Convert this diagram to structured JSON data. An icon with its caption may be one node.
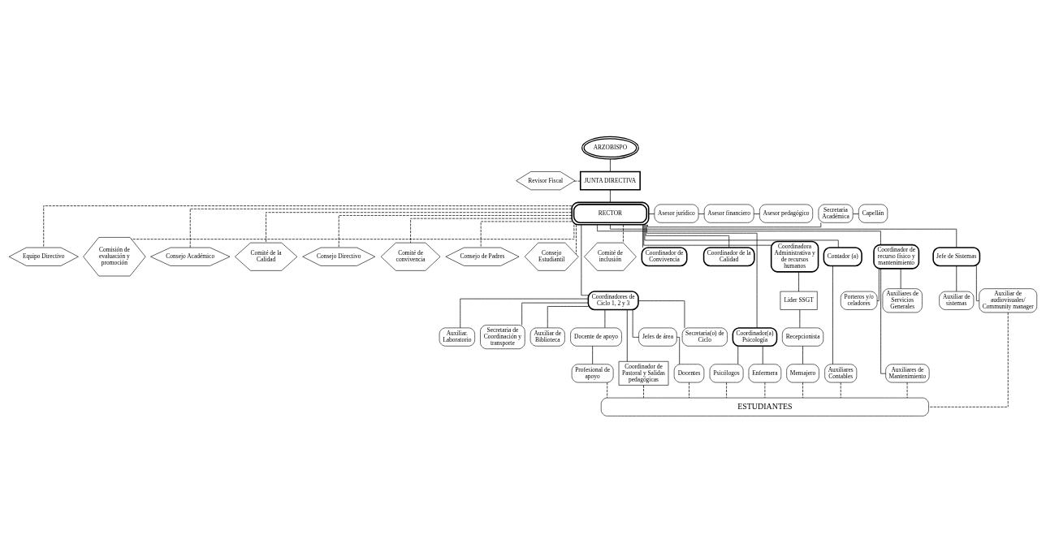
{
  "diagram": {
    "nodes": [
      {
        "text": [
          "ARZOBISPO"
        ]
      },
      {
        "text": [
          "Revisor Fiscal"
        ]
      },
      {
        "text": [
          "JUNTA DIRECTIVA"
        ]
      },
      {
        "text": [
          "Capellán"
        ]
      },
      {
        "text": [
          "Secretaria Académica"
        ]
      },
      {
        "text": [
          "RECTOR"
        ]
      },
      {
        "text": [
          "Asesor jurídico"
        ]
      },
      {
        "text": [
          "Asesor financiero"
        ]
      },
      {
        "text": [
          "Asesor pedagógico"
        ]
      },
      {
        "text": [
          "Equipo Directivo"
        ]
      },
      {
        "text": [
          "Comisión de evaluación y promoción"
        ]
      },
      {
        "text": [
          "Consejo Académico"
        ]
      },
      {
        "text": [
          "Comité de la Calidad"
        ]
      },
      {
        "text": [
          "Consejo Directivo"
        ]
      },
      {
        "text": [
          "Comité de convivencia"
        ]
      },
      {
        "text": [
          "Consejo de Padres"
        ]
      },
      {
        "text": [
          "Consejo Estudiantil"
        ]
      },
      {
        "text": [
          "Comité de inclusión"
        ]
      },
      {
        "text": [
          "Coordinador de Convivencia"
        ]
      },
      {
        "text": [
          "Coordinadores de Ciclo 1, 2 y 3"
        ]
      },
      {
        "text": [
          "Coordinador de la Calidad"
        ]
      },
      {
        "text": [
          "Coordinador(a) Psicología"
        ]
      },
      {
        "text": [
          "Coordinadora Administrativa y de recursos humanos"
        ]
      },
      {
        "text": [
          "Contador (a)"
        ]
      },
      {
        "text": [
          "Coordinador de recurso físico y mantenimiento"
        ]
      },
      {
        "text": [
          "Jefe de Sistemas"
        ]
      },
      {
        "text": [
          "Auxiliar. Laboratorio"
        ]
      },
      {
        "text": [
          "Secretaria de Coordinación y transporte"
        ]
      },
      {
        "text": [
          "Auxiliar de Biblioteca"
        ]
      },
      {
        "text": [
          "Docente de apoyo"
        ]
      },
      {
        "text": [
          "Coordinador de Pastoral y Salidas pedagógicas"
        ]
      },
      {
        "text": [
          "Jefes de área"
        ]
      },
      {
        "text": [
          "Profesional de apoyo"
        ]
      },
      {
        "text": [
          "Secretaria(o) de Ciclo"
        ]
      },
      {
        "text": [
          "Docentes"
        ]
      },
      {
        "text": [
          "Psicólogos"
        ]
      },
      {
        "text": [
          "Enfermera"
        ]
      },
      {
        "text": [
          "Lider SSGT"
        ]
      },
      {
        "text": [
          "Recepcionista"
        ]
      },
      {
        "text": [
          "Mensajero"
        ]
      },
      {
        "text": [
          "Auxiliares Contables"
        ]
      },
      {
        "text": [
          "Porteros y/o celadores"
        ]
      },
      {
        "text": [
          "Auxiliares de Servicios Generales"
        ]
      },
      {
        "text": [
          "Auxiliares de Mantenimiento"
        ]
      },
      {
        "text": [
          "Auxiliar de sistemas"
        ]
      },
      {
        "text": [
          "Auxiliar de audiovisuales/ Community manager"
        ]
      },
      {
        "text": [
          "ESTUDIANTES"
        ]
      }
    ],
    "edges": [
      {
        "from": 0,
        "to": 2,
        "arrow": "none"
      },
      {
        "from": 1,
        "to": 2,
        "arrow": "none",
        "style": "dashed"
      },
      {
        "from": 2,
        "to": 5,
        "arrow": "none"
      },
      {
        "from": 5,
        "to": 4,
        "arrow": "none"
      },
      {
        "from": 4,
        "to": 3,
        "arrow": "none"
      },
      {
        "from": 5,
        "to": 6,
        "arrow": "none"
      },
      {
        "from": 6,
        "to": 7,
        "arrow": "none"
      },
      {
        "from": 7,
        "to": 8,
        "arrow": "none"
      },
      {
        "from": 5,
        "to": 9,
        "arrow": "none",
        "style": "dashed"
      },
      {
        "from": 5,
        "to": 10,
        "arrow": "none",
        "style": "dashed"
      },
      {
        "from": 5,
        "to": 11,
        "arrow": "none",
        "style": "dashed"
      },
      {
        "from": 5,
        "to": 12,
        "arrow": "none",
        "style": "dashed"
      },
      {
        "from": 5,
        "to": 13,
        "arrow": "none",
        "style": "dashed"
      },
      {
        "from": 5,
        "to": 14,
        "arrow": "none",
        "style": "dashed"
      },
      {
        "from": 5,
        "to": 15,
        "arrow": "none",
        "style": "dashed"
      },
      {
        "from": 5,
        "to": 16,
        "arrow": "none",
        "style": "dashed"
      },
      {
        "from": 5,
        "to": 17,
        "arrow": "none",
        "style": "dashed"
      },
      {
        "from": 5,
        "to": 18,
        "arrow": "none"
      },
      {
        "from": 5,
        "to": 19,
        "arrow": "none"
      },
      {
        "from": 5,
        "to": 20,
        "arrow": "none"
      },
      {
        "from": 5,
        "to": 21,
        "arrow": "none"
      },
      {
        "from": 5,
        "to": 22,
        "arrow": "none"
      },
      {
        "from": 5,
        "to": 23,
        "arrow": "none"
      },
      {
        "from": 5,
        "to": 24,
        "arrow": "none"
      },
      {
        "from": 5,
        "to": 25,
        "arrow": "none"
      },
      {
        "from": 19,
        "to": 26,
        "arrow": "none"
      },
      {
        "from": 19,
        "to": 27,
        "arrow": "none"
      },
      {
        "from": 19,
        "to": 28,
        "arrow": "none"
      },
      {
        "from": 19,
        "to": 29,
        "arrow": "none"
      },
      {
        "from": 19,
        "to": 30,
        "arrow": "none"
      },
      {
        "from": 19,
        "to": 31,
        "arrow": "none"
      },
      {
        "from": 19,
        "to": 33,
        "arrow": "none"
      },
      {
        "from": 29,
        "to": 32,
        "arrow": "none"
      },
      {
        "from": 31,
        "to": 34,
        "arrow": "none"
      },
      {
        "from": 21,
        "to": 35,
        "arrow": "none"
      },
      {
        "from": 21,
        "to": 36,
        "arrow": "none"
      },
      {
        "from": 22,
        "to": 37,
        "arrow": "none"
      },
      {
        "from": 37,
        "to": 38,
        "arrow": "none"
      },
      {
        "from": 38,
        "to": 39,
        "arrow": "none"
      },
      {
        "from": 23,
        "to": 40,
        "arrow": "none"
      },
      {
        "from": 24,
        "to": 41,
        "arrow": "none"
      },
      {
        "from": 24,
        "to": 42,
        "arrow": "none"
      },
      {
        "from": 24,
        "to": 43,
        "arrow": "none"
      },
      {
        "from": 25,
        "to": 44,
        "arrow": "none"
      },
      {
        "from": 25,
        "to": 45,
        "arrow": "none"
      },
      {
        "from": 34,
        "to": 46,
        "arrow": "none",
        "style": "dashed"
      },
      {
        "from": 32,
        "to": 46,
        "arrow": "none",
        "style": "dashed"
      },
      {
        "from": 30,
        "to": 46,
        "arrow": "none",
        "style": "dashed"
      },
      {
        "from": 35,
        "to": 46,
        "arrow": "none",
        "style": "dashed"
      },
      {
        "from": 36,
        "to": 46,
        "arrow": "none",
        "style": "dashed"
      },
      {
        "from": 39,
        "to": 46,
        "arrow": "none",
        "style": "dashed"
      },
      {
        "from": 40,
        "to": 46,
        "arrow": "none",
        "style": "dashed"
      },
      {
        "from": 43,
        "to": 46,
        "arrow": "none",
        "style": "dashed"
      },
      {
        "from": 45,
        "to": 46,
        "arrow": "none",
        "style": "dashed"
      }
    ]
  }
}
